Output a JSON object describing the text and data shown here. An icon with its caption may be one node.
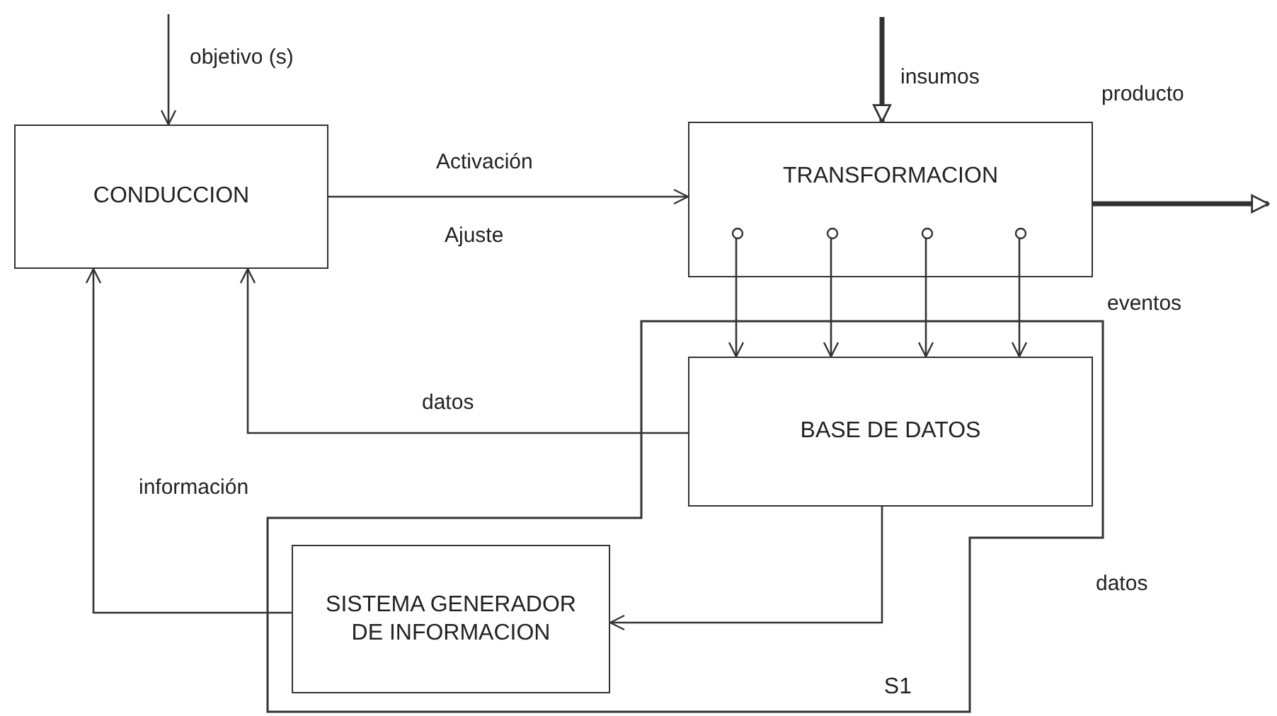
{
  "diagram": {
    "nodes": [
      {
        "text": [
          "CONDUCCION"
        ]
      },
      {
        "text": [
          "TRANSFORMACION"
        ]
      },
      {
        "text": [
          "S1"
        ]
      },
      {
        "text": [
          "BASE DE DATOS"
        ],
        "in": 2
      },
      {
        "text": [
          "SISTEMA GENERADOR DE INFORMACION"
        ],
        "in": 2
      }
    ],
    "edges": [
      {
        "from": null,
        "to": 0,
        "arrow": "to",
        "label": "objetivo (s)"
      },
      {
        "from": null,
        "to": 1,
        "arrow": "to",
        "label": "insumos",
        "style": "thick"
      },
      {
        "from": 1,
        "to": null,
        "arrow": "to",
        "label": "producto",
        "style": "thick"
      },
      {
        "from": 0,
        "to": 1,
        "arrow": "to",
        "label": "Activación"
      },
      {
        "from": 1,
        "to": 3,
        "arrow": "to"
      },
      {
        "from": 1,
        "to": 3,
        "arrow": "to"
      },
      {
        "from": 1,
        "to": 3,
        "arrow": "to"
      },
      {
        "from": 1,
        "to": 3,
        "arrow": "to"
      },
      {
        "from": 3,
        "to": 0,
        "arrow": "to",
        "label": "datos"
      },
      {
        "from": 4,
        "to": 0,
        "arrow": "to",
        "label": "información"
      },
      {
        "from": 3,
        "to": 4,
        "arrow": "to"
      }
    ],
    "labels": [
      "Ajuste",
      "eventos",
      "datos"
    ]
  }
}
